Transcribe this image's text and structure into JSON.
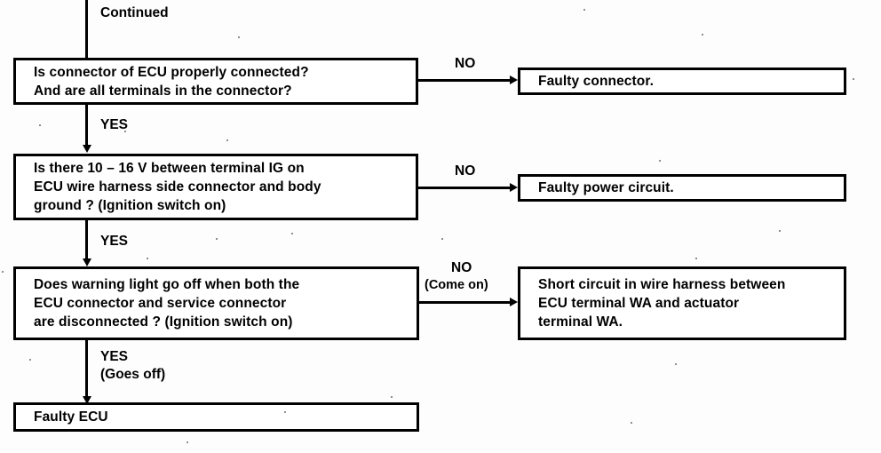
{
  "document": {
    "type": "troubleshooting-flowchart",
    "title": "ECU Diagnostic Flow Chart",
    "entry_label": "Continued"
  },
  "nodes": {
    "decision1": {
      "id": "decision1",
      "kind": "decision",
      "lines": [
        "Is connector of ECU properly connected?",
        "And are all terminals in the connector?"
      ]
    },
    "decision2": {
      "id": "decision2",
      "kind": "decision",
      "lines": [
        "Is there 10 – 16 V between terminal IG on",
        "ECU wire harness side connector and body",
        "ground ? (Ignition switch on)"
      ]
    },
    "decision3": {
      "id": "decision3",
      "kind": "decision",
      "lines": [
        "Does warning light go off when both the",
        "ECU connector and service connector",
        "are disconnected ? (Ignition switch on)"
      ]
    },
    "result1": {
      "id": "result1",
      "kind": "result",
      "lines": [
        "Faulty connector."
      ]
    },
    "result2": {
      "id": "result2",
      "kind": "result",
      "lines": [
        "Faulty power circuit."
      ]
    },
    "result3": {
      "id": "result3",
      "kind": "result",
      "lines": [
        "Short circuit in wire harness between",
        "ECU terminal WA and actuator",
        "terminal WA."
      ]
    },
    "result4": {
      "id": "result4",
      "kind": "result",
      "lines": [
        "Faulty ECU"
      ]
    }
  },
  "edges": {
    "no1": {
      "label": "NO",
      "sublabel": ""
    },
    "yes1": {
      "label": "YES",
      "sublabel": ""
    },
    "no2": {
      "label": "NO",
      "sublabel": ""
    },
    "yes2": {
      "label": "YES",
      "sublabel": ""
    },
    "no3": {
      "label": "NO",
      "sublabel": "(Come on)"
    },
    "yes3": {
      "label": "YES",
      "sublabel": "(Goes off)"
    }
  },
  "colors": {
    "ink": "#000000",
    "paper": "#fdfdfd"
  }
}
